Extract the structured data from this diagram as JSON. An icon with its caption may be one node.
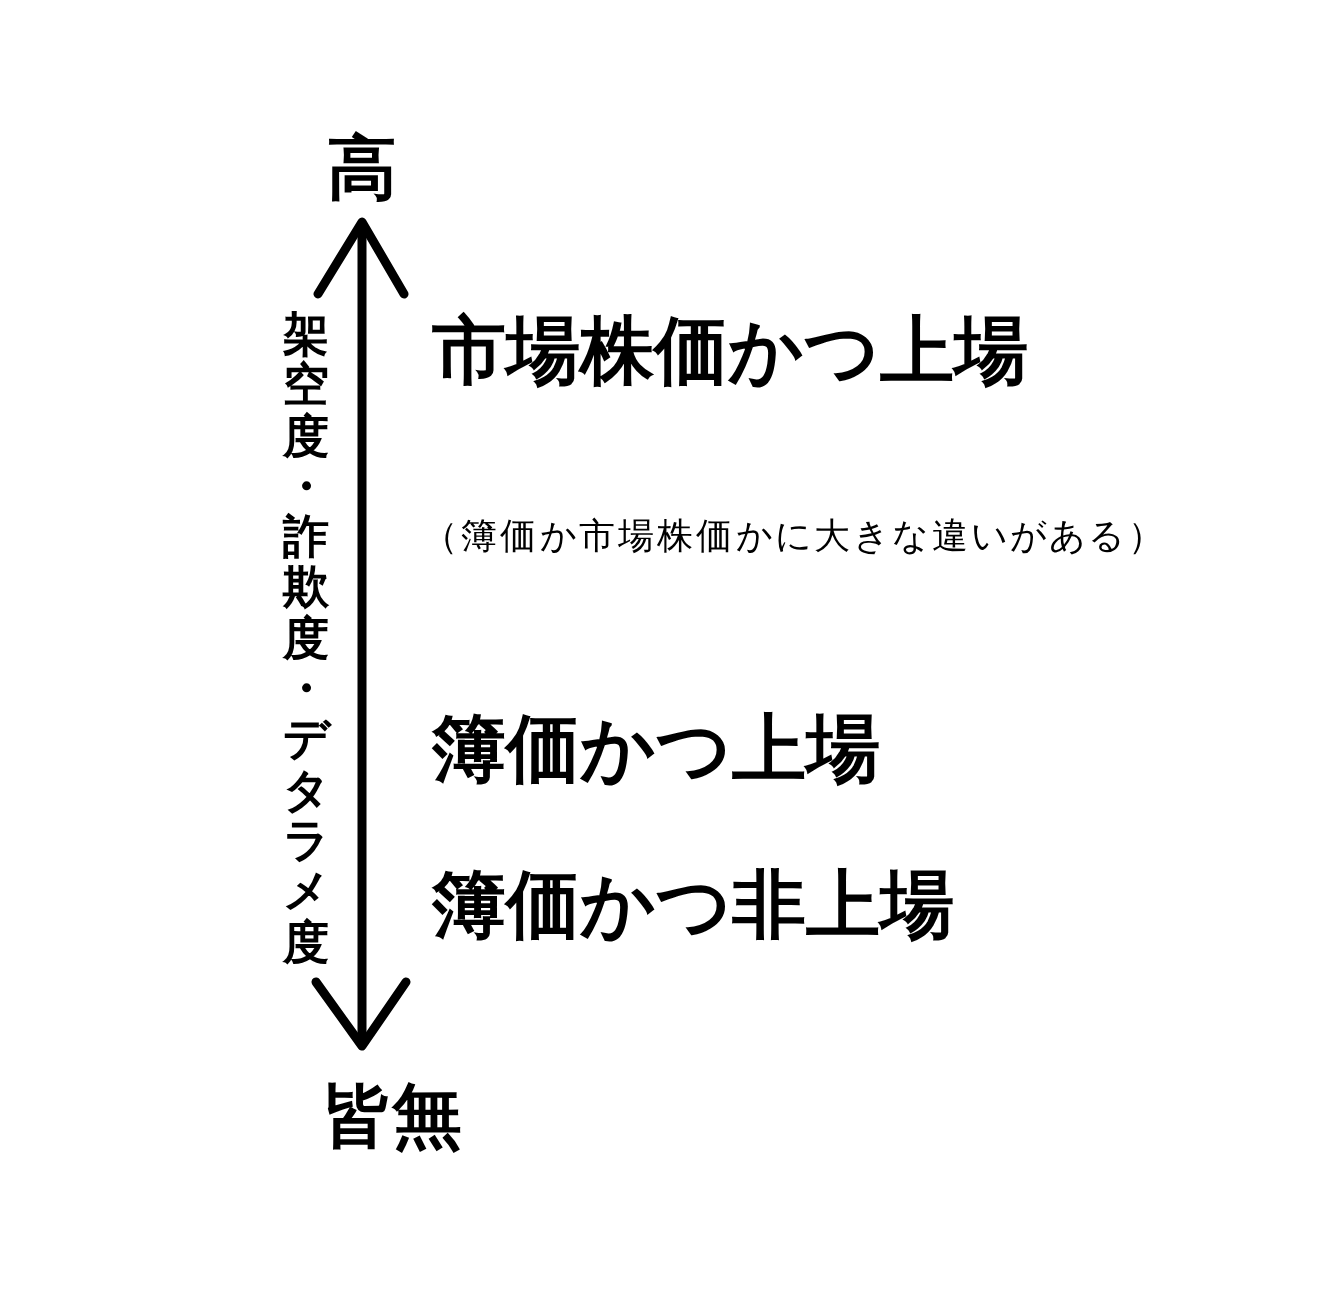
{
  "diagram": {
    "labels": [
      "高",
      "架空度・詐欺度・デタラメ度",
      "市場株価かつ上場",
      "（簿価か市場株価かに大きな違いがある）",
      "簿価かつ上場",
      "簿価かつ非上場",
      "皆無"
    ]
  }
}
